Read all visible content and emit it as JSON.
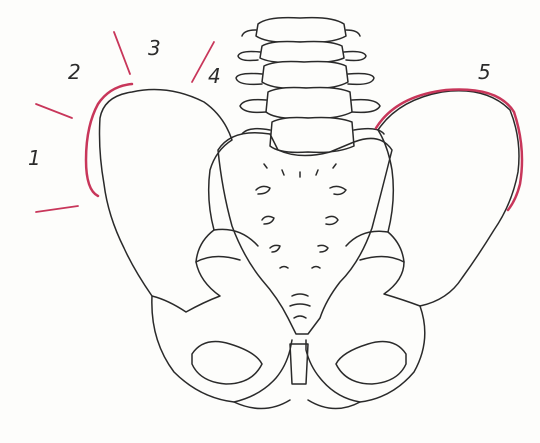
{
  "labels": {
    "one": "1",
    "two": "2",
    "three": "3",
    "four": "4",
    "five": "5"
  },
  "colors": {
    "outline": "#2a2a2a",
    "highlight": "#c8365a",
    "background": "#fdfdfb"
  }
}
